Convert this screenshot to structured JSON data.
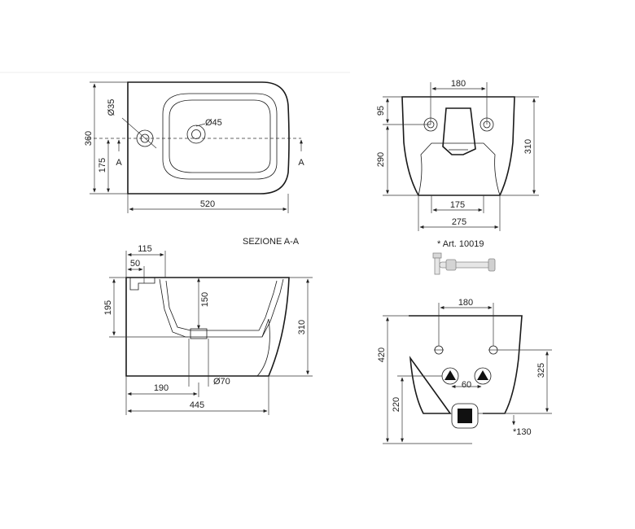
{
  "top_view": {
    "labels": {
      "d35": "Ø35",
      "d45": "Ø45",
      "dim_360": "360",
      "dim_175": "175",
      "dim_520": "520",
      "section_mark": "A"
    }
  },
  "rear_view": {
    "labels": {
      "dim_180": "180",
      "dim_95": "95",
      "dim_290": "290",
      "dim_310": "310",
      "dim_175": "175",
      "dim_275": "275"
    }
  },
  "section_view": {
    "title": "SEZIONE A-A",
    "labels": {
      "dim_115": "115",
      "dim_50": "50",
      "dim_195": "195",
      "dim_150": "150",
      "dim_310": "310",
      "dim_190": "190",
      "d70": "Ø70",
      "dim_445": "445"
    }
  },
  "accessory": {
    "label": "* Art. 10019"
  },
  "wall_view": {
    "labels": {
      "dim_180": "180",
      "dim_420": "420",
      "dim_325": "325",
      "dim_60": "60",
      "dim_220": "220",
      "dim_130": "*130"
    }
  }
}
